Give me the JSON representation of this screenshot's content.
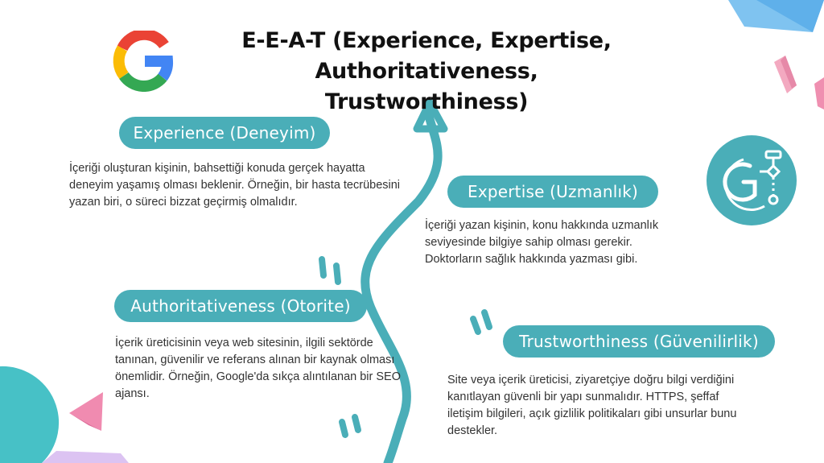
{
  "title_line1": "E-E-A-T (Experience, Expertise,",
  "title_line2": "Authoritativeness, Trustworthiness)",
  "colors": {
    "accent": "#4aaeb8",
    "text": "#333333",
    "title": "#111111"
  },
  "sections": [
    {
      "label": "Experience (Deneyim)",
      "text": "İçeriği oluşturan kişinin, bahsettiği konuda gerçek hayatta deneyim yaşamış olması beklenir. Örneğin, bir hasta tecrübesini yazan biri, o süreci bizzat geçirmiş olmalıdır."
    },
    {
      "label": "Expertise (Uzmanlık)",
      "text": "İçeriği yazan kişinin, konu hakkında uzmanlık seviyesinde bilgiye sahip olması gerekir. Doktorların sağlık hakkında yazması gibi."
    },
    {
      "label": "Authoritativeness (Otorite)",
      "text": "İçerik üreticisinin veya web sitesinin, ilgili sektörde tanınan, güvenilir ve referans alınan bir kaynak olması önemlidir. Örneğin, Google'da sıkça alıntılanan bir SEO ajansı."
    },
    {
      "label": "Trustworthiness (Güvenilirlik)",
      "text": "Site veya içerik üreticisi, ziyaretçiye doğru bilgi verdiğini kanıtlayan güvenli bir yapı sunmalıdır. HTTPS, şeffaf iletişim bilgileri, açık gizlilik politikaları gibi unsurlar bunu destekler."
    }
  ],
  "icons": {
    "logo": "google-g-logo",
    "badge": "seo-g-circuit-icon"
  }
}
